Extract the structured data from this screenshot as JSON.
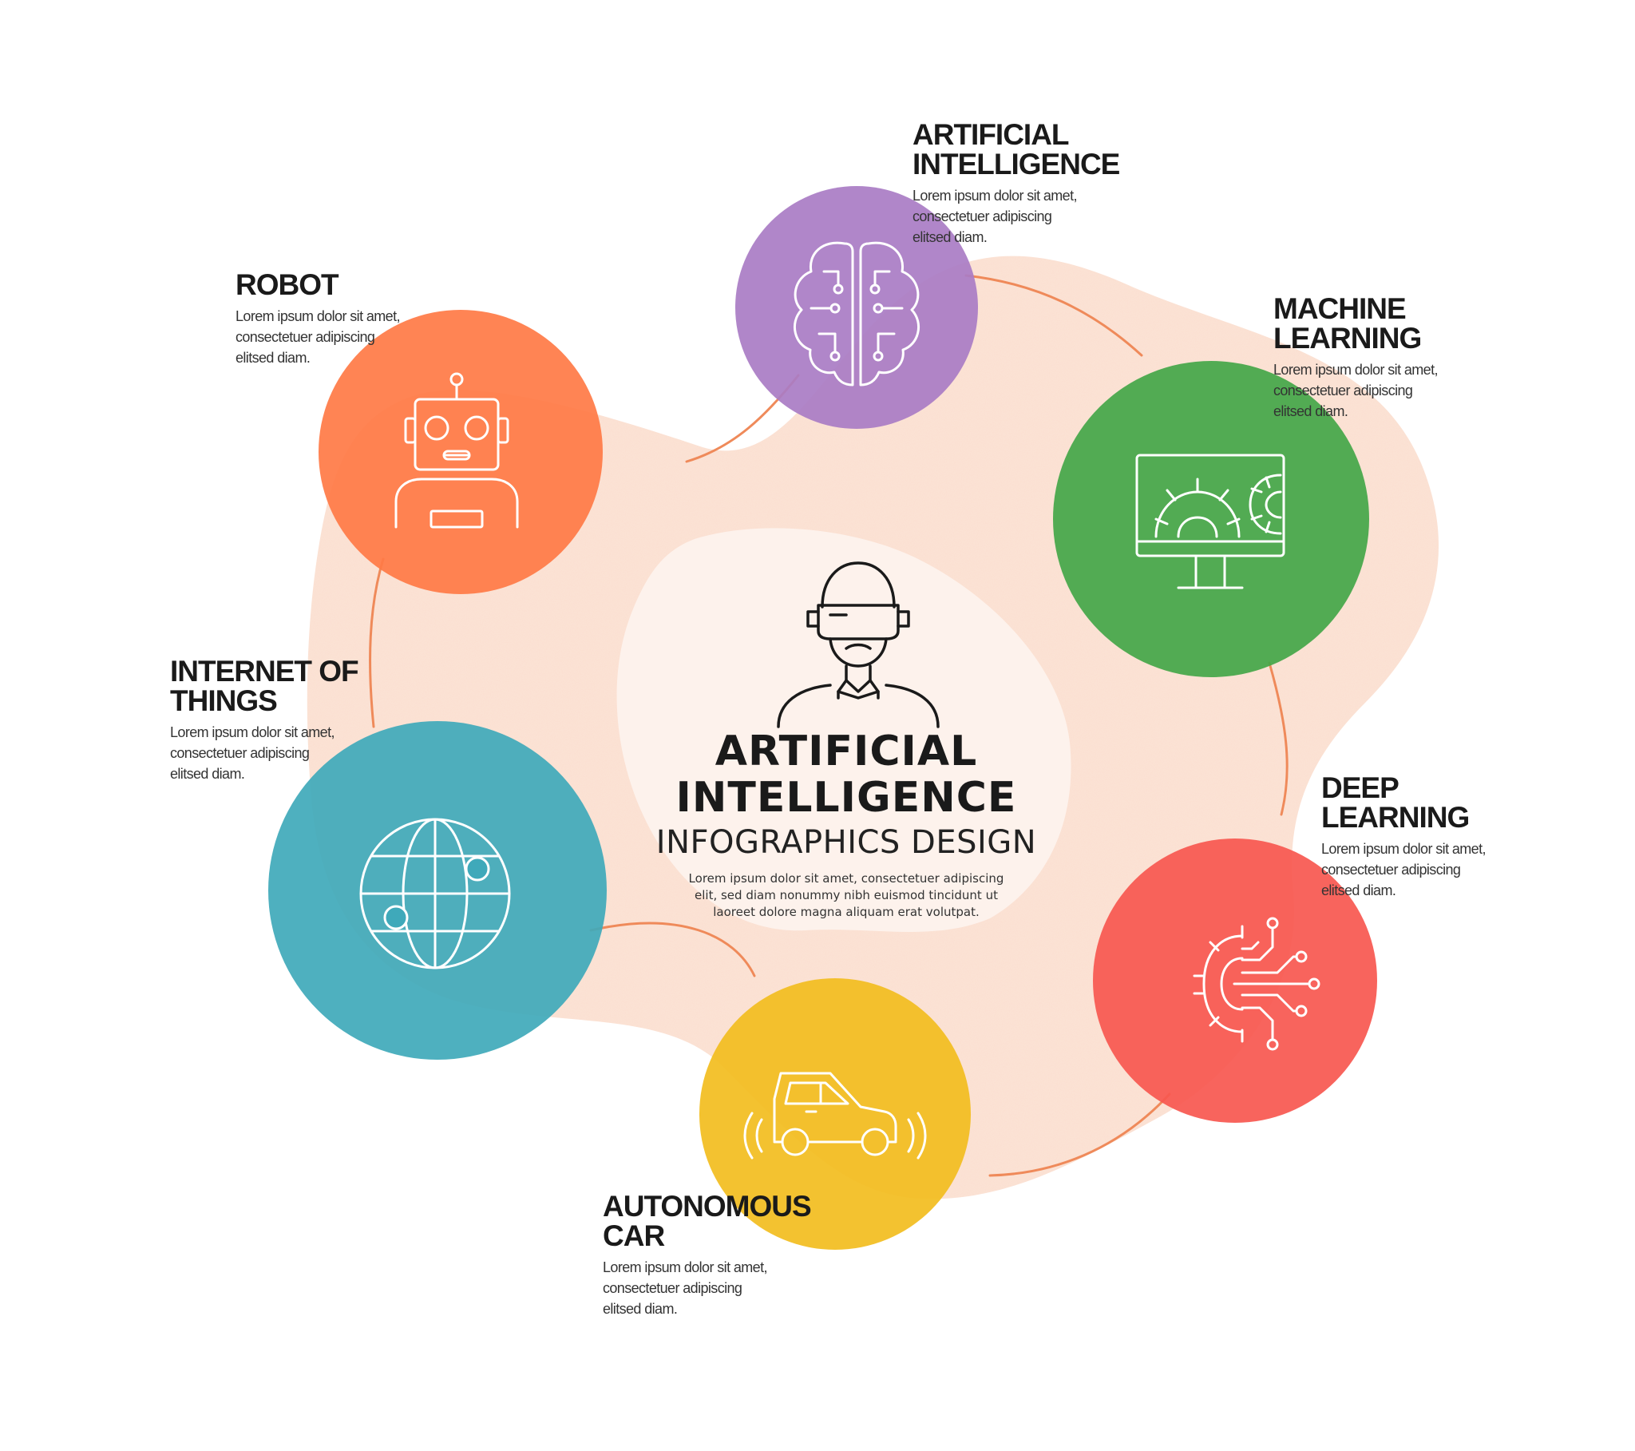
{
  "colors": {
    "blob": "#fbe3d6",
    "center_blob": "#fdf2ec",
    "connector": "#ef8a5a",
    "purple": "#a97cc4",
    "orange": "#ff7a45",
    "green": "#43a648",
    "teal": "#3fa9ba",
    "yellow": "#f2bd1e",
    "red": "#f7574f",
    "icon_stroke": "#ffffff",
    "text": "#1a1a1a"
  },
  "center": {
    "icon": "vr-headset-person-icon",
    "title_line1": "ARTIFICIAL",
    "title_line2": "INTELLIGENCE",
    "subtitle": "INFOGRAPHICS DESIGN",
    "desc_line1": "Lorem ipsum dolor sit amet, consectetuer adipiscing",
    "desc_line2": "elit, sed diam nonummy nibh euismod tincidunt ut",
    "desc_line3": "laoreet dolore magna aliquam erat volutpat."
  },
  "items": [
    {
      "id": "artificial-intelligence",
      "title_line1": "ARTIFICIAL",
      "title_line2": "INTELLIGENCE",
      "desc_line1": "Lorem ipsum dolor sit amet,",
      "desc_line2": "consectetuer adipiscing",
      "desc_line3": "elitsed diam.",
      "icon": "brain-circuit-icon",
      "color": "#a97cc4"
    },
    {
      "id": "robot",
      "title_line1": "ROBOT",
      "title_line2": "",
      "desc_line1": "Lorem ipsum dolor sit amet,",
      "desc_line2": "consectetuer adipiscing",
      "desc_line3": "elitsed diam.",
      "icon": "robot-icon",
      "color": "#ff7a45"
    },
    {
      "id": "machine-learning",
      "title_line1": "MACHINE",
      "title_line2": "LEARNING",
      "desc_line1": "Lorem ipsum dolor sit amet,",
      "desc_line2": "consectetuer adipiscing",
      "desc_line3": "elitsed diam.",
      "icon": "monitor-gears-icon",
      "color": "#43a648"
    },
    {
      "id": "internet-of-things",
      "title_line1": "INTERNET OF",
      "title_line2": "THINGS",
      "desc_line1": "Lorem ipsum dolor sit amet,",
      "desc_line2": "consectetuer adipiscing",
      "desc_line3": "elitsed diam.",
      "icon": "globe-network-icon",
      "color": "#3fa9ba"
    },
    {
      "id": "deep-learning",
      "title_line1": "DEEP",
      "title_line2": "LEARNING",
      "desc_line1": "Lorem ipsum dolor sit amet,",
      "desc_line2": "consectetuer adipiscing",
      "desc_line3": "elitsed diam.",
      "icon": "gear-circuit-icon",
      "color": "#f7574f"
    },
    {
      "id": "autonomous-car",
      "title_line1": "AUTONOMOUS",
      "title_line2": "CAR",
      "desc_line1": "Lorem ipsum dolor sit amet,",
      "desc_line2": "consectetuer adipiscing",
      "desc_line3": "elitsed diam.",
      "icon": "car-sensor-icon",
      "color": "#f2bd1e"
    }
  ]
}
